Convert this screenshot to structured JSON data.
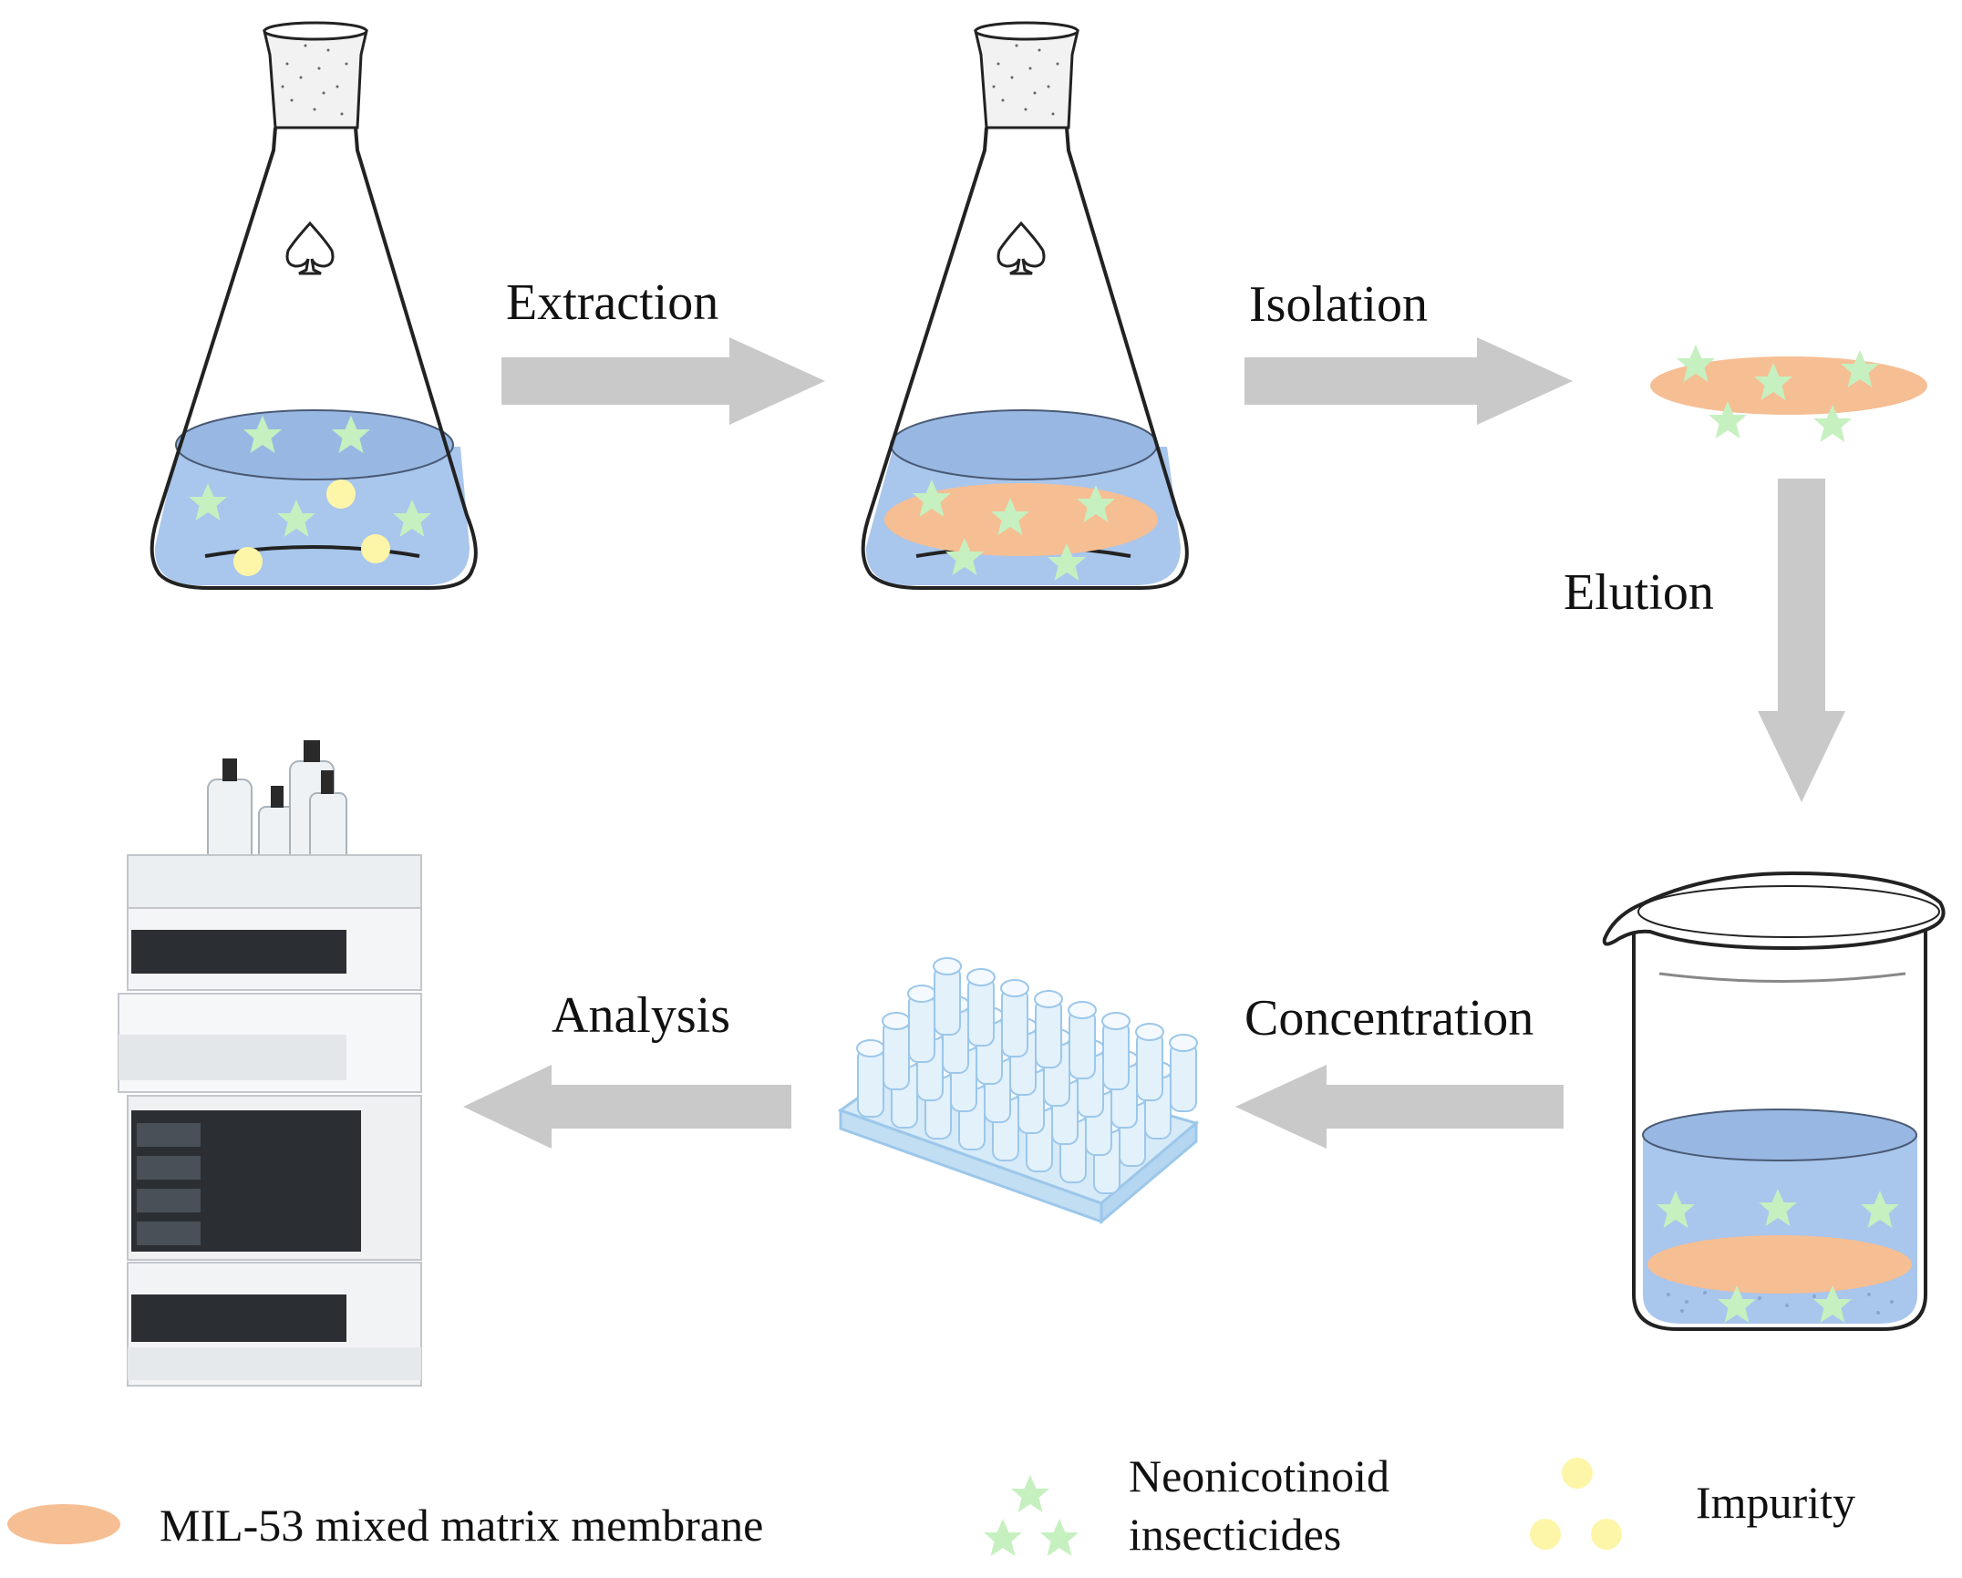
{
  "steps": {
    "extraction": "Extraction",
    "isolation": "Isolation",
    "elution": "Elution",
    "concentration": "Concentration",
    "analysis": "Analysis"
  },
  "legend": {
    "membrane": "MIL-53 mixed matrix membrane",
    "insecticides_line1": "Neonicotinoid",
    "insecticides_line2": "insecticides",
    "impurity": "Impurity"
  },
  "colors": {
    "liquid": "#a9c6ec",
    "liquid_dark": "#98b8e3",
    "membrane": "#f6be93",
    "star": "#c6f0c0",
    "impurity": "#fdf6a8",
    "arrow": "#c9c9c9",
    "outline": "#222222"
  }
}
